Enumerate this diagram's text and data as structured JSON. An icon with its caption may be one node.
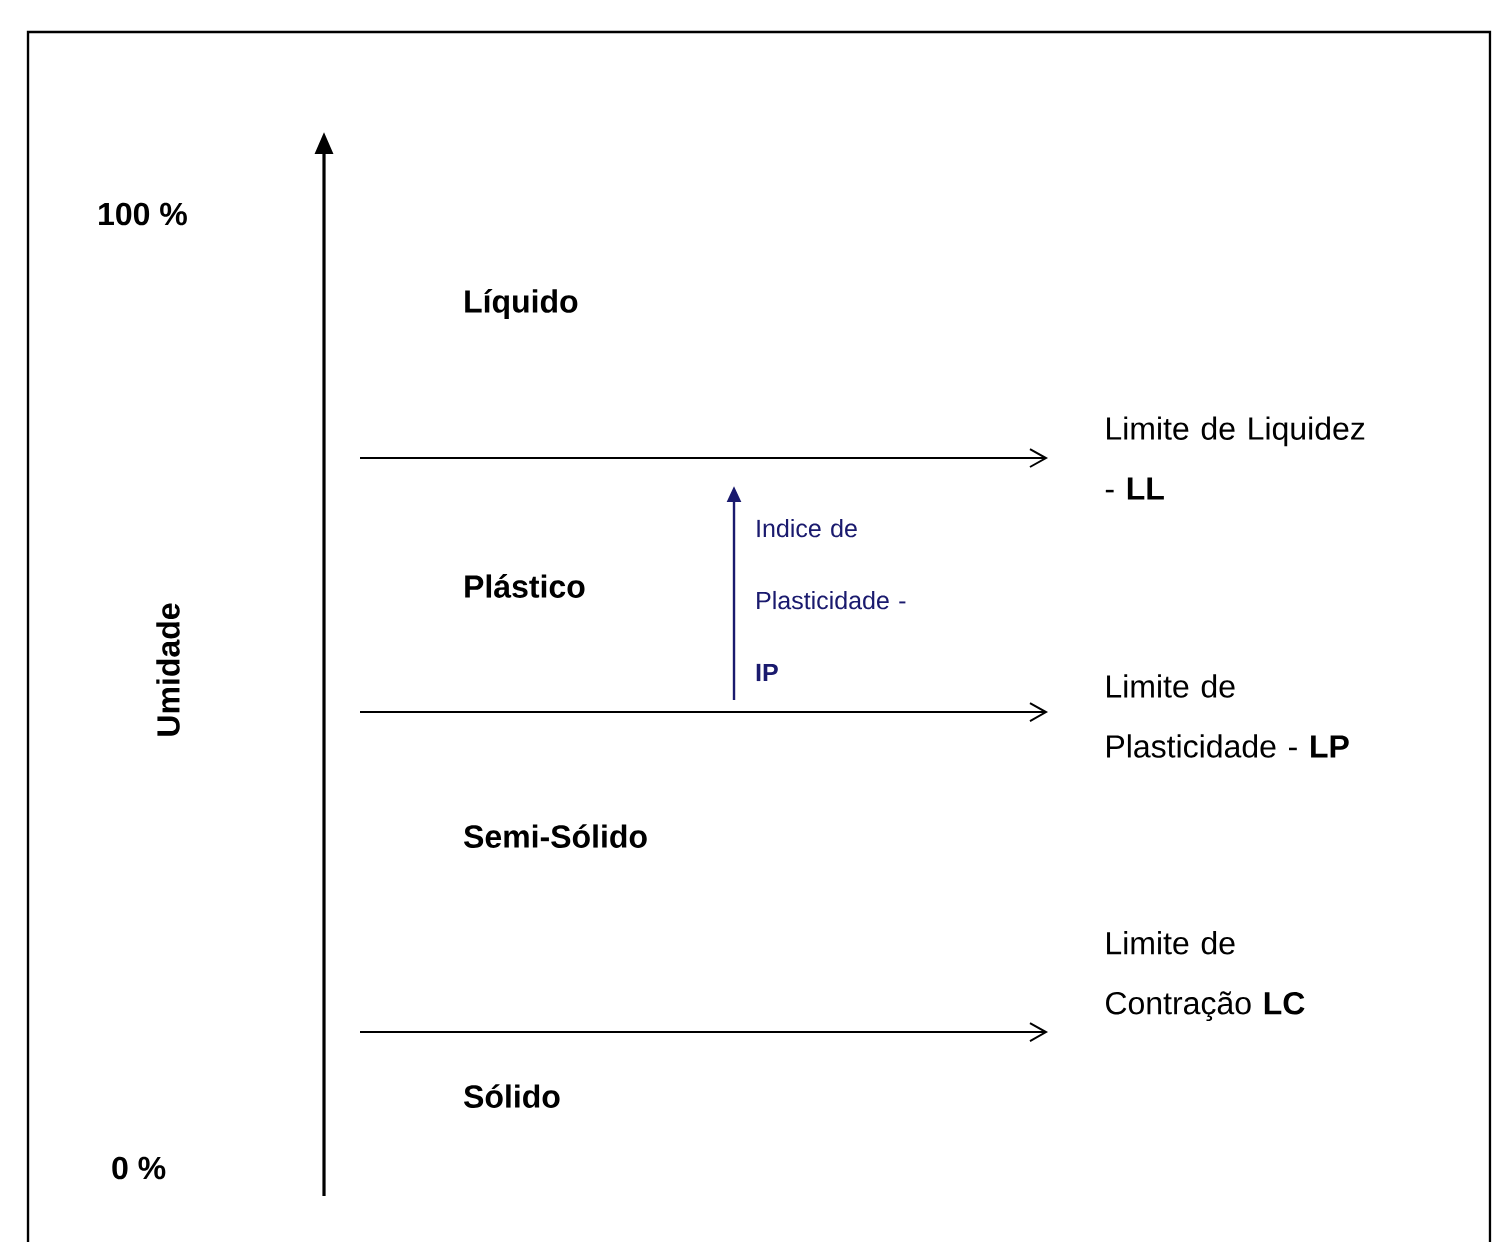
{
  "diagram": {
    "nodes": [
      {
        "text": [
          "Limite de Liquidez - **LL**"
        ]
      },
      {
        "text": [
          "Limite de Plasticidade - **LP**"
        ]
      },
      {
        "text": [
          "Limite de Contração **LC**"
        ]
      }
    ],
    "edges": [
      {
        "from": null,
        "to": 0,
        "arrow": "to"
      },
      {
        "from": null,
        "to": 1,
        "arrow": "to"
      },
      {
        "from": null,
        "to": 2,
        "arrow": "to"
      }
    ],
    "labels": [
      "100 %",
      "Líquido",
      "Umidade",
      "Plástico",
      "Indice de Plasticidade - **IP**",
      "Semi-Sólido",
      "Sólido",
      "0 %"
    ]
  }
}
